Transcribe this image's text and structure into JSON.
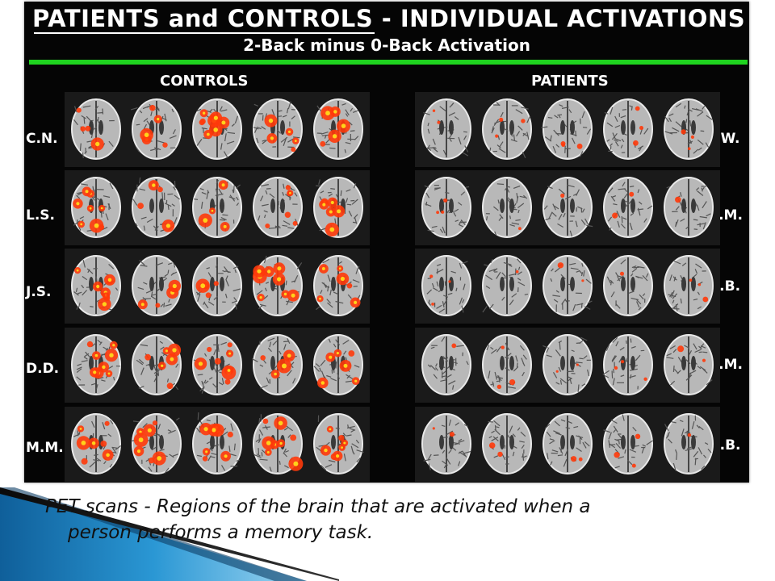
{
  "figure": {
    "title": "PATIENTS and CONTROLS  - INDIVIDUAL ACTIVATIONS",
    "subtitle": "2-Back minus 0-Back Activation",
    "controls_heading": "CONTROLS",
    "patients_heading": "PATIENTS",
    "controls_labels": [
      "C.N.",
      "L.S.",
      "J.S.",
      "D.D.",
      "M.M."
    ],
    "patients_labels": [
      "N.W.",
      "O.M.",
      "K.B.",
      "D.M.",
      "E.B."
    ]
  },
  "caption": {
    "line1": "PET scans - Regions of the brain that are activated when a",
    "line2": "person performs a memory task."
  },
  "colors": {
    "figure_bg": "#050505",
    "accent_rule": "#1fd31f",
    "activation": "#ff3a0a",
    "activation_core": "#ffd21a",
    "slide_wedge": "#1b7fc0"
  }
}
